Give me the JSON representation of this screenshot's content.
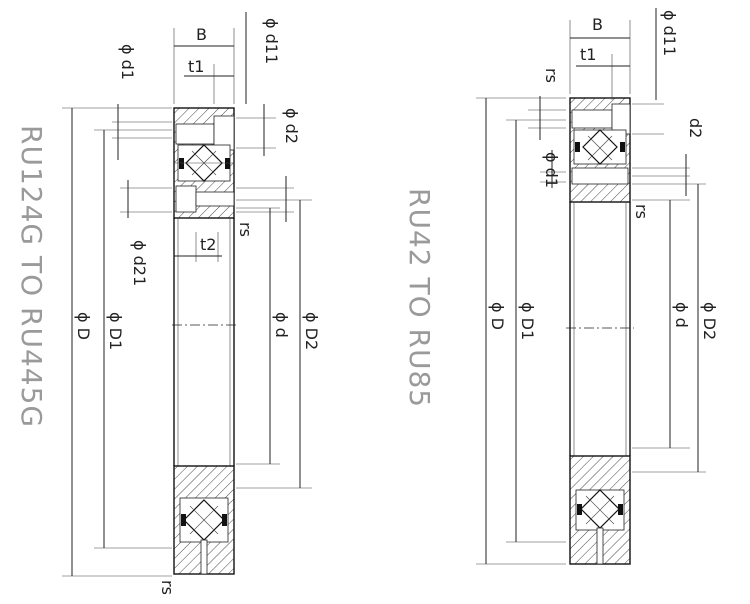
{
  "diagram_left": {
    "series_label": "RU124G TO RU445G",
    "labels": {
      "B": "B",
      "t1": "t1",
      "t2": "t2",
      "d1": "ϕ d1",
      "d11": "ϕ d11",
      "d2": "ϕ d2",
      "d21": "ϕ d21",
      "D": "ϕ D",
      "D1": "ϕ D1",
      "d": "ϕ d",
      "D2": "ϕ D2",
      "rs_mid": "rs",
      "rs_bottom": "rs"
    }
  },
  "diagram_right": {
    "series_label": "RU42 TO RU85",
    "labels": {
      "B": "B",
      "t1": "t1",
      "rs_top": "rs",
      "d11": "ϕ d11",
      "d2": "d2",
      "d1": "ϕ d1",
      "rs_mid": "rs",
      "D": "ϕ D",
      "D1": "ϕ D1",
      "d": "ϕ d",
      "D2": "ϕ D2"
    }
  },
  "colors": {
    "line": "#222222",
    "big_label": "#9a9a9a",
    "seal": "#111111"
  }
}
